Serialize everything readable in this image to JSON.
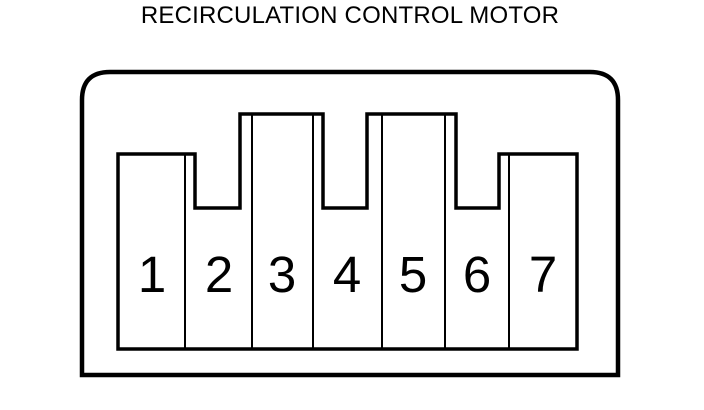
{
  "title": "RECIRCULATION CONTROL MOTOR",
  "diagram": {
    "type": "connector-pinout",
    "description": "Front view of 7-pin electrical connector housing with stepped keyway profile",
    "pin_count": 7,
    "pins": [
      "1",
      "2",
      "3",
      "4",
      "5",
      "6",
      "7"
    ],
    "colors": {
      "line": "#000000",
      "background": "#ffffff",
      "text": "#000000"
    }
  }
}
